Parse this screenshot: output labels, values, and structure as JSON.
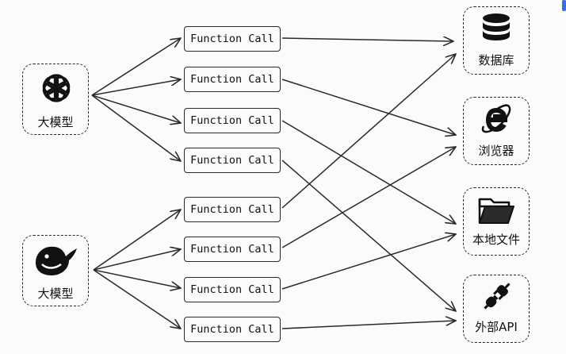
{
  "sources": [
    {
      "label": "大模型",
      "icon": "openai-logo-icon"
    },
    {
      "label": "大模型",
      "icon": "deepseek-whale-icon"
    }
  ],
  "function_calls": [
    "Function Call",
    "Function Call",
    "Function Call",
    "Function Call",
    "Function Call",
    "Function Call",
    "Function Call",
    "Function Call"
  ],
  "targets": [
    {
      "label": "数据库",
      "icon": "database-icon"
    },
    {
      "label": "浏览器",
      "icon": "browser-ie-icon"
    },
    {
      "label": "本地文件",
      "icon": "folder-icon"
    },
    {
      "label": "外部API",
      "icon": "plug-icon"
    }
  ],
  "colors": {
    "stroke": "#2a2a2a",
    "background": "#fbfbfb"
  }
}
